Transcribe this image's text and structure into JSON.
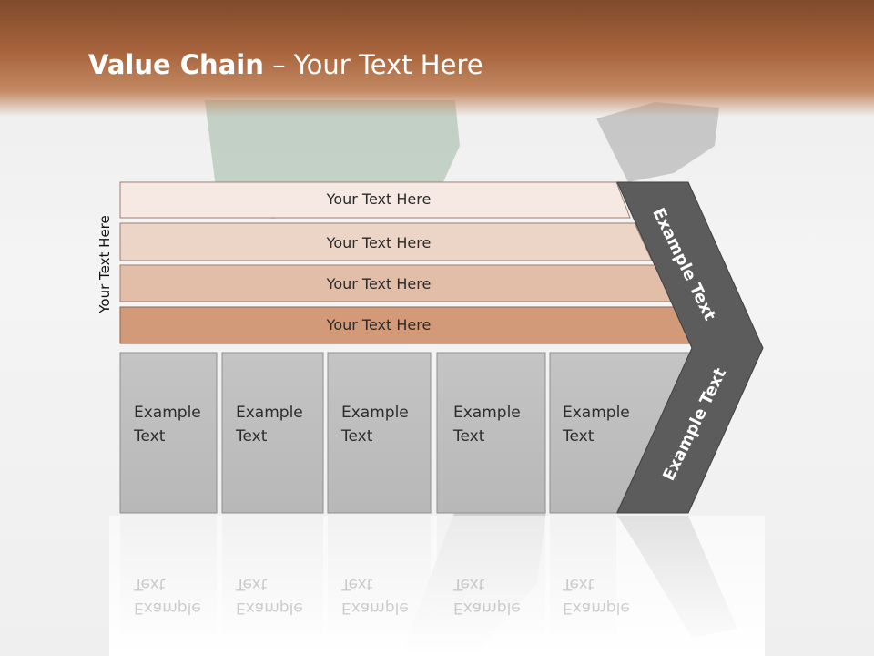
{
  "title": {
    "bold": "Value Chain",
    "rest": " – Your Text Here"
  },
  "side_label": "Your Text Here",
  "bars": [
    {
      "label": "Your Text Here"
    },
    {
      "label": "Your Text Here"
    },
    {
      "label": "Your Text Here"
    },
    {
      "label": "Your Text Here"
    }
  ],
  "boxes": [
    {
      "text": "Example\nText"
    },
    {
      "text": "Example\nText"
    },
    {
      "text": "Example\nText"
    },
    {
      "text": "Example\nText"
    },
    {
      "text": "Example\nText"
    }
  ],
  "chevron": {
    "upper": "Example Text",
    "lower": "Example Text"
  },
  "colors": {
    "bar1": "#f6e9e3",
    "bar2": "#ecd5c6",
    "bar3": "#e2bea8",
    "bar4": "#d29a78",
    "box": "#bdbdbd",
    "chevron": "#5c5c5c",
    "header": "#a8643d"
  }
}
